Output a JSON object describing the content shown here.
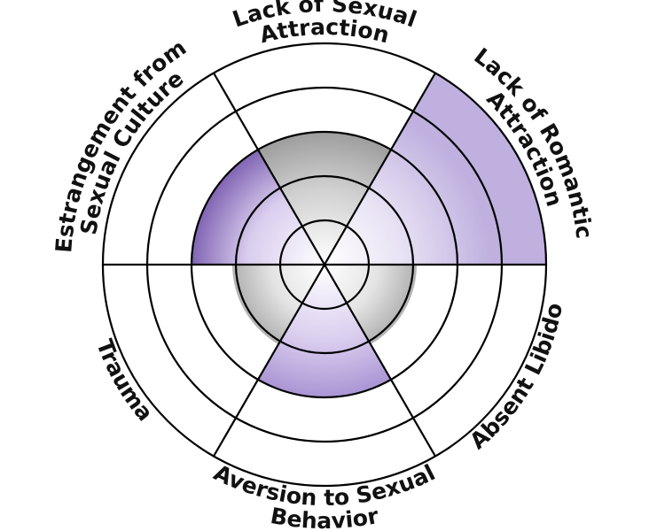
{
  "colors": {
    "purple_light": "#bfb0df",
    "purple_mid": "#8e73c4",
    "purple_dark": "#4b2590",
    "gray_dark": "#7f7f7f",
    "gray_light": "#cfcfcf",
    "center_white": "#ffffff",
    "line": "#000000"
  },
  "wheel": {
    "ring_count": 5,
    "segments": [
      {
        "label": [
          "Lack of Sexual",
          "Attraction"
        ],
        "level": 3,
        "fill": "gray"
      },
      {
        "label": [
          "Lack of Romantic",
          "Attraction"
        ],
        "level": 5,
        "fill": "purple_light"
      },
      {
        "label": [
          "Absent Libido"
        ],
        "level": 0,
        "fill": "none"
      },
      {
        "label": [
          "Aversion to Sexual",
          "Behavior"
        ],
        "level": 3,
        "fill": "purple"
      },
      {
        "label": [
          "Trauma"
        ],
        "level": 0,
        "fill": "none"
      },
      {
        "label": [
          "Estrangement from",
          "Sexual Culture"
        ],
        "level": 3,
        "fill": "purple_dark"
      }
    ],
    "inner_gray_level": 2
  }
}
